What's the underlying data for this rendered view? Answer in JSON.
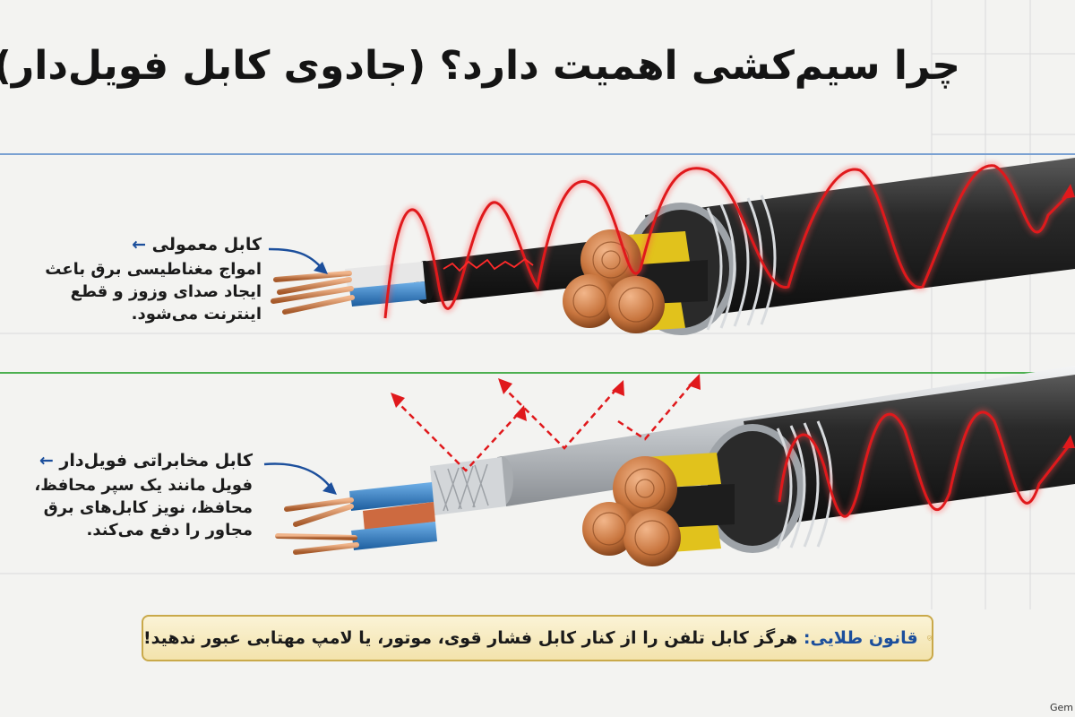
{
  "title": "چرا سیم‌کشی اهمیت دارد؟ (جادوی کابل فویل‌دار)",
  "top_callout": {
    "heading": "کابل معمولی",
    "arrow": "←",
    "lines": [
      "امواج مغناطیسی برق باعث",
      "ایجاد صدای وزوز و قطع",
      "اینترنت می‌شود."
    ]
  },
  "bottom_callout": {
    "heading": "کابل مخابراتی فویل‌دار",
    "arrow": "←",
    "lines": [
      "فویل مانند یک سپر محافظ،",
      "محافظ، نویز کابل‌های برق",
      "مجاور را دفع می‌کند."
    ]
  },
  "golden_rule": {
    "label": "قانون طلایی:",
    "text": "هرگز کابل تلفن را از کنار کابل فشار قوی، موتور، یا لامپ مهتابی عبور ندهید!",
    "icon": "shield-check-icon"
  },
  "watermark": "Gem",
  "colors": {
    "wave": "#e0191c",
    "copper": "#c8753e",
    "jacket": "#1f1f1f",
    "foil": "#c9ccd0",
    "divider_blue": "#7aa1d2",
    "divider_green": "#4caf50",
    "accent_blue": "#1c4f9c",
    "rule_border": "#c9a94a"
  }
}
